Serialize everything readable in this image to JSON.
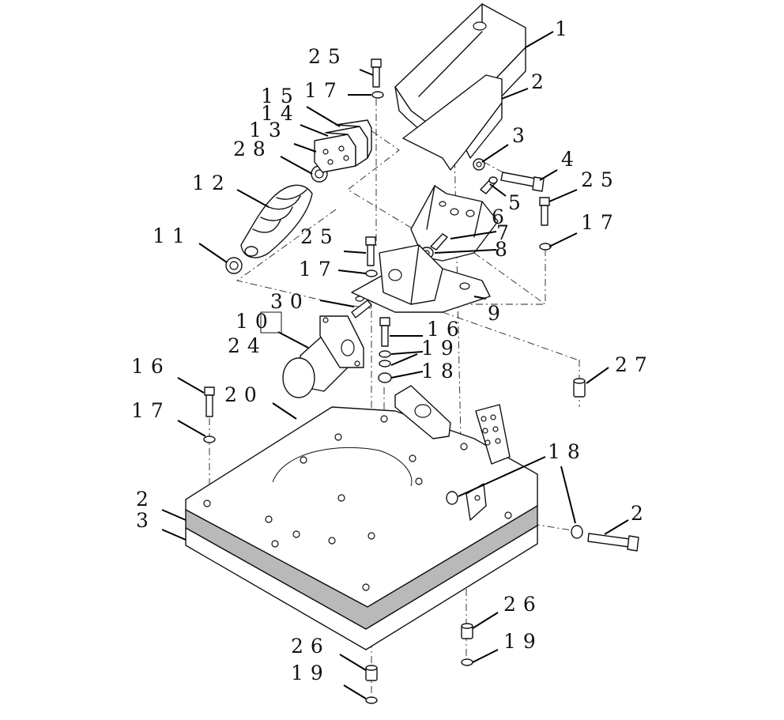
{
  "callouts": [
    {
      "id": "c1",
      "text": "1"
    },
    {
      "id": "c2",
      "text": "2"
    },
    {
      "id": "c3",
      "text": "3"
    },
    {
      "id": "c4",
      "text": "4"
    },
    {
      "id": "c25a",
      "text": "25"
    },
    {
      "id": "c5",
      "text": "5"
    },
    {
      "id": "c6",
      "text": "6"
    },
    {
      "id": "c17a",
      "text": "17"
    },
    {
      "id": "c7",
      "text": "7"
    },
    {
      "id": "c8",
      "text": "8"
    },
    {
      "id": "c9",
      "text": "9"
    },
    {
      "id": "c25b",
      "text": "25"
    },
    {
      "id": "c17b",
      "text": "17"
    },
    {
      "id": "c15",
      "text": "15"
    },
    {
      "id": "c14",
      "text": "14"
    },
    {
      "id": "c13",
      "text": "13"
    },
    {
      "id": "c28",
      "text": "28"
    },
    {
      "id": "c12",
      "text": "12"
    },
    {
      "id": "c11",
      "text": "11"
    },
    {
      "id": "c25c",
      "text": "25"
    },
    {
      "id": "c17c",
      "text": "17"
    },
    {
      "id": "c30",
      "text": "30"
    },
    {
      "id": "c10",
      "text": "10"
    },
    {
      "id": "c24",
      "text": "24"
    },
    {
      "id": "c16a",
      "text": "16"
    },
    {
      "id": "c19a",
      "text": "19"
    },
    {
      "id": "c18a",
      "text": "18"
    },
    {
      "id": "c27",
      "text": "27"
    },
    {
      "id": "c16b",
      "text": "16"
    },
    {
      "id": "c20",
      "text": "20"
    },
    {
      "id": "c17d",
      "text": "17"
    },
    {
      "id": "c18b",
      "text": "18"
    },
    {
      "id": "c2b",
      "text": "2"
    },
    {
      "id": "c2c",
      "text": "2"
    },
    {
      "id": "c3b",
      "text": "3"
    },
    {
      "id": "c26a",
      "text": "26"
    },
    {
      "id": "c19b",
      "text": "19"
    },
    {
      "id": "c26b",
      "text": "26"
    },
    {
      "id": "c19c",
      "text": "19"
    }
  ]
}
